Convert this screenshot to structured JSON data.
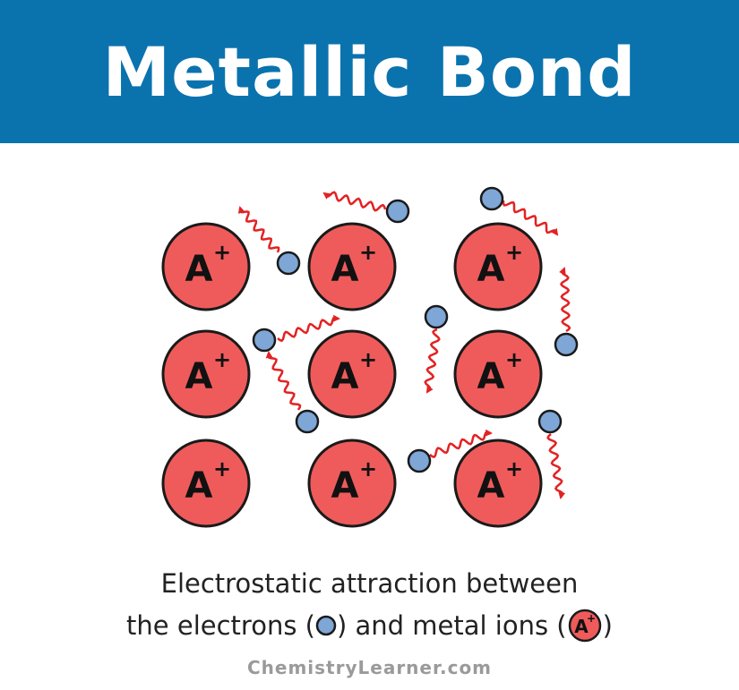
{
  "header": {
    "title": "Metallic Bond"
  },
  "diagram": {
    "ion_label": "A",
    "ion_charge": "+",
    "ion_fill": "#ef5b5b",
    "electron_fill": "#7ea6d6",
    "arrow_color": "#e32222"
  },
  "caption": {
    "line1": "Electrostatic attraction between",
    "line2_part1": "the electrons (",
    "line2_part2": ") and metal ions (",
    "line2_part3": ")"
  },
  "footer": {
    "credit": "ChemistryLearner.com"
  }
}
